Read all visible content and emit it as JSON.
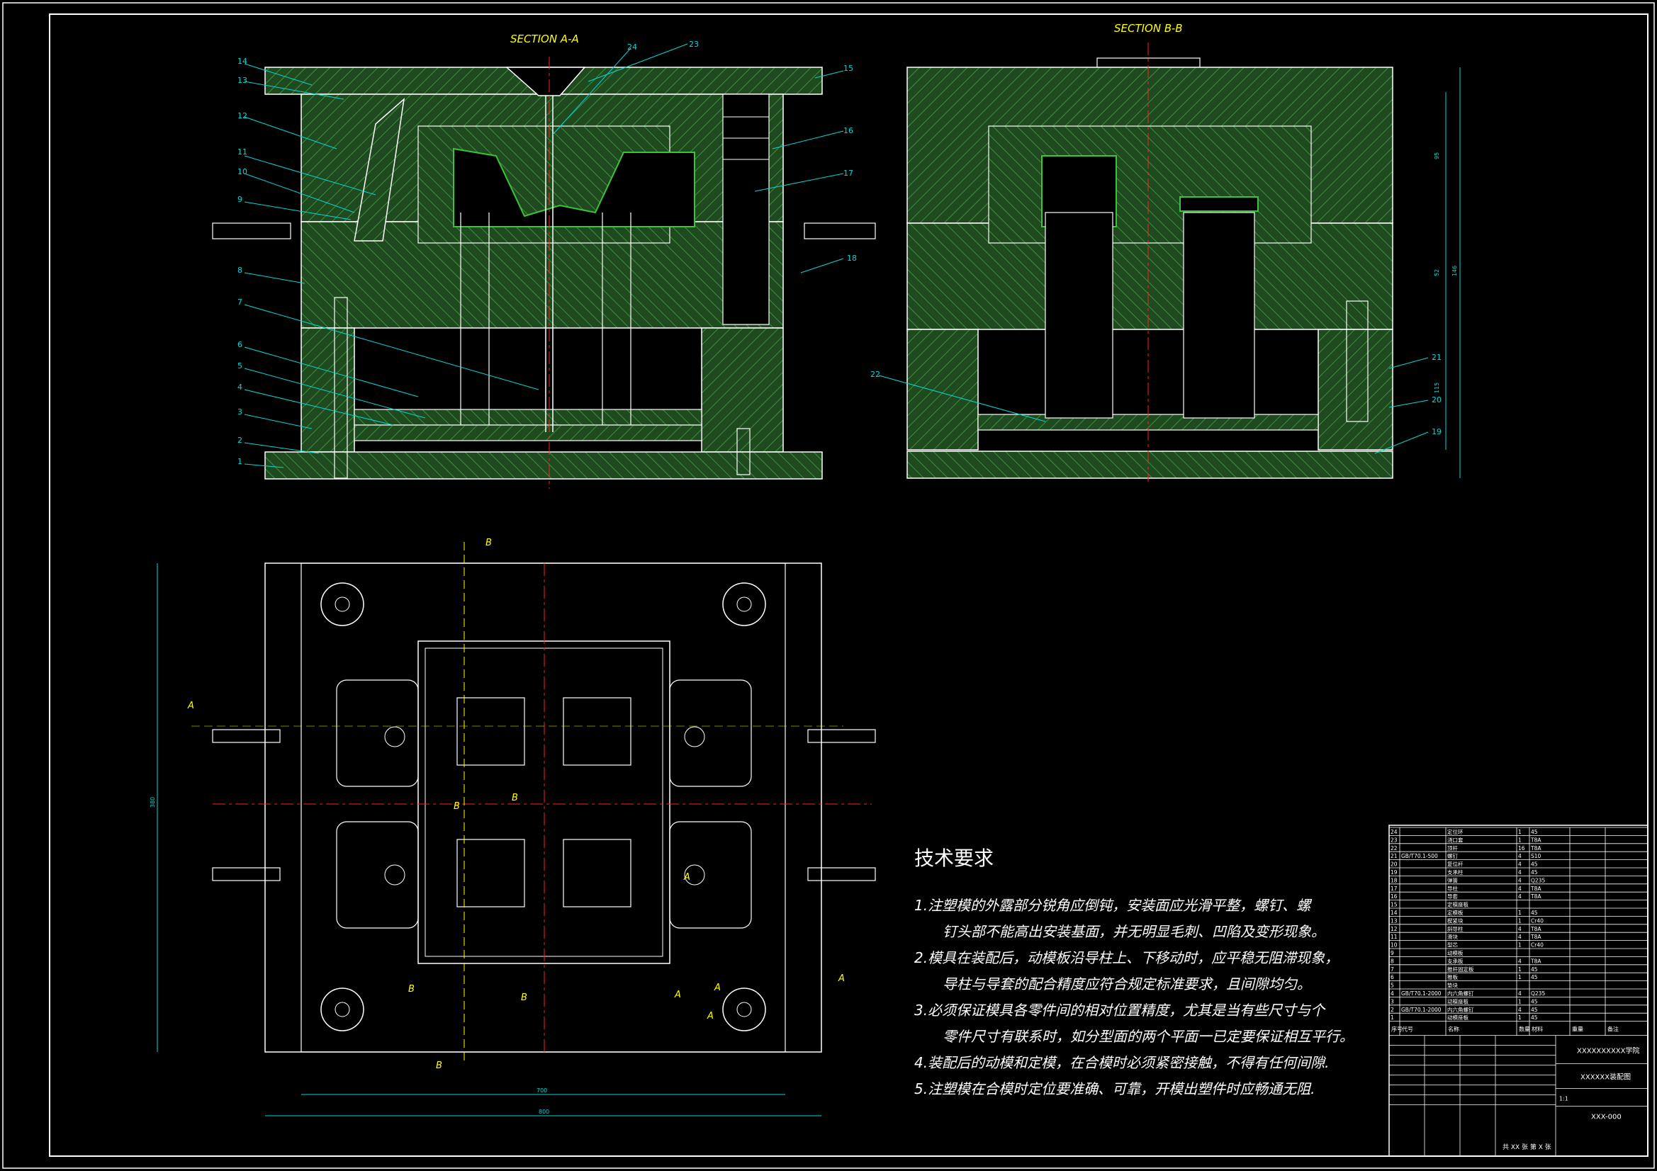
{
  "drawing": {
    "section_a_title": "SECTION A-A",
    "section_b_title": "SECTION B-B",
    "section_a_callouts": [
      "14",
      "13",
      "12",
      "11",
      "10",
      "9",
      "8",
      "7",
      "6",
      "5",
      "4",
      "3",
      "2",
      "1",
      "24",
      "23",
      "15",
      "16",
      "17",
      "18"
    ],
    "section_b_callouts": [
      "22",
      "21",
      "20",
      "19"
    ],
    "section_b_dims": [
      "95",
      "52",
      "146",
      "115"
    ],
    "plan_markers": [
      "A",
      "A",
      "B",
      "B",
      "B",
      "B",
      "B",
      "B",
      "A",
      "A",
      "A",
      "A"
    ],
    "plan_dims": {
      "width_outer": "800",
      "width_inner": "700",
      "height": "380"
    }
  },
  "notes": {
    "title": "技术要求",
    "lines": [
      {
        "text": "1.注塑模的外露部分锐角应倒钝，安装面应光滑平整，螺钉、螺",
        "cont": false
      },
      {
        "text": "钉头部不能高出安装基面，并无明显毛刺、凹陷及变形现象。",
        "cont": true
      },
      {
        "text": "2.模具在装配后，动模板沿导柱上、下移动时，应平稳无阻滞现象，",
        "cont": false
      },
      {
        "text": "导柱与导套的配合精度应符合规定标准要求，且间隙均匀。",
        "cont": true
      },
      {
        "text": "3.必须保证模具各零件间的相对位置精度，尤其是当有些尺寸与个",
        "cont": false
      },
      {
        "text": "零件尺寸有联系时，如分型面的两个平面一已定要保证相互平行。",
        "cont": true
      },
      {
        "text": "4.装配后的动模和定模，在合模时必须紧密接触，不得有任何间隙.",
        "cont": false
      },
      {
        "text": "5.注塑模在合模时定位要准确、可靠，开模出塑件时应畅通无阻.",
        "cont": false
      }
    ]
  },
  "bom": {
    "rows": [
      {
        "no": "24",
        "code": "",
        "name": "定位环",
        "qty": "1",
        "mat": "45",
        "note": ""
      },
      {
        "no": "23",
        "code": "",
        "name": "浇口套",
        "qty": "1",
        "mat": "T8A",
        "note": ""
      },
      {
        "no": "22",
        "code": "",
        "name": "顶杆",
        "qty": "16",
        "mat": "T8A",
        "note": ""
      },
      {
        "no": "21",
        "code": "GB/T70.1-500",
        "name": "螺钉",
        "qty": "4",
        "mat": "S10",
        "note": ""
      },
      {
        "no": "20",
        "code": "",
        "name": "复位杆",
        "qty": "4",
        "mat": "45",
        "note": ""
      },
      {
        "no": "19",
        "code": "",
        "name": "支承柱",
        "qty": "4",
        "mat": "45",
        "note": ""
      },
      {
        "no": "18",
        "code": "",
        "name": "弹簧",
        "qty": "4",
        "mat": "Q235",
        "note": ""
      },
      {
        "no": "17",
        "code": "",
        "name": "导柱",
        "qty": "4",
        "mat": "T8A",
        "note": ""
      },
      {
        "no": "16",
        "code": "",
        "name": "导套",
        "qty": "4",
        "mat": "T8A",
        "note": ""
      },
      {
        "no": "15",
        "code": "",
        "name": "定模座板",
        "qty": "",
        "mat": "",
        "note": ""
      },
      {
        "no": "14",
        "code": "",
        "name": "定模板",
        "qty": "1",
        "mat": "45",
        "note": ""
      },
      {
        "no": "13",
        "code": "",
        "name": "楔紧块",
        "qty": "1",
        "mat": "Cr40",
        "note": ""
      },
      {
        "no": "12",
        "code": "",
        "name": "斜导柱",
        "qty": "4",
        "mat": "T8A",
        "note": ""
      },
      {
        "no": "11",
        "code": "",
        "name": "滑块",
        "qty": "4",
        "mat": "T8A",
        "note": ""
      },
      {
        "no": "10",
        "code": "",
        "name": "型芯",
        "qty": "1",
        "mat": "Cr40",
        "note": ""
      },
      {
        "no": "9",
        "code": "",
        "name": "动模板",
        "qty": "",
        "mat": "",
        "note": ""
      },
      {
        "no": "8",
        "code": "",
        "name": "支承板",
        "qty": "4",
        "mat": "T8A",
        "note": ""
      },
      {
        "no": "7",
        "code": "",
        "name": "推杆固定板",
        "qty": "1",
        "mat": "45",
        "note": ""
      },
      {
        "no": "6",
        "code": "",
        "name": "推板",
        "qty": "1",
        "mat": "45",
        "note": ""
      },
      {
        "no": "5",
        "code": "",
        "name": "垫块",
        "qty": "",
        "mat": "",
        "note": ""
      },
      {
        "no": "4",
        "code": "GB/T70.1-2000",
        "name": "内六角螺钉",
        "qty": "4",
        "mat": "Q235",
        "note": ""
      },
      {
        "no": "3",
        "code": "",
        "name": "动模座板",
        "qty": "1",
        "mat": "45",
        "note": ""
      },
      {
        "no": "2",
        "code": "GB/T70.1-2000",
        "name": "内六角螺钉",
        "qty": "4",
        "mat": "45",
        "note": ""
      },
      {
        "no": "1",
        "code": "",
        "name": "动模座板",
        "qty": "1",
        "mat": "45",
        "note": ""
      }
    ],
    "header": [
      "序号",
      "代号",
      "名称",
      "数量",
      "材料",
      "重量",
      "备注"
    ],
    "title_school": "XXXXXXXXXX学院",
    "title_drawing": "XXXXXX装配图",
    "title_code": "XXX-000",
    "sheet": "共 XX 张  第 X 张",
    "scale": "1:1"
  },
  "colors": {
    "bg": "#000000",
    "frame": "#ffffff",
    "hatch": "#2f7a2f",
    "cyan": "#00d8d8",
    "red": "#ff2020",
    "yellow": "#ffff00",
    "green": "#39c439"
  }
}
